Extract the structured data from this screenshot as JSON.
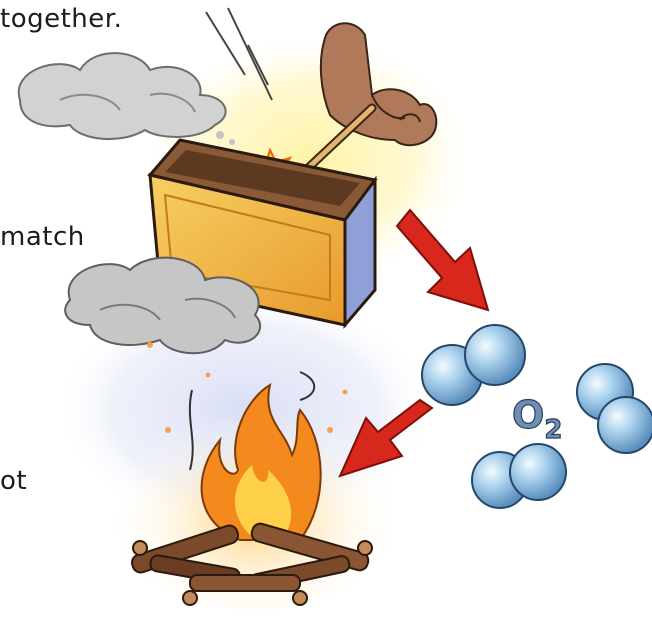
{
  "text_fragments": {
    "top": "together.",
    "middle": "match",
    "bottom": "ot"
  },
  "molecule_label": {
    "main": "O",
    "subscript": "2"
  },
  "colors": {
    "matchbox_front": "#f2b33a",
    "matchbox_side": "#8fa0d6",
    "arrow_red": "#d8271c",
    "oxygen_bubble": "#a8d0ec",
    "glow_yellow": "#fff3a6",
    "haze_blue": "#dfe4f6",
    "smoke_gray": "#b9b9b9",
    "flame_orange": "#f48a1e",
    "log_brown": "#7a4a2a"
  }
}
